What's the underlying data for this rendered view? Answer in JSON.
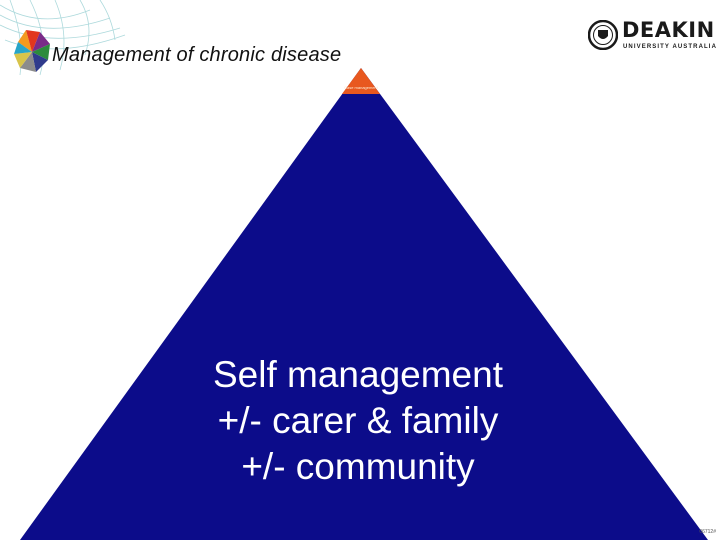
{
  "slide": {
    "title": "Management of chronic disease",
    "brand": {
      "name": "DEAKIN",
      "subtitle": "UNIVERSITY AUSTRALIA"
    },
    "pyramid": {
      "apex_label": "Case management",
      "base_lines": [
        "Self management",
        "+/- carer & family",
        "+/- community"
      ]
    },
    "page_number": "06712#"
  },
  "colors": {
    "pyramid_base": "#0c0c8a",
    "pyramid_apex": "#e8581f",
    "text_on_pyramid": "#ffffff"
  }
}
